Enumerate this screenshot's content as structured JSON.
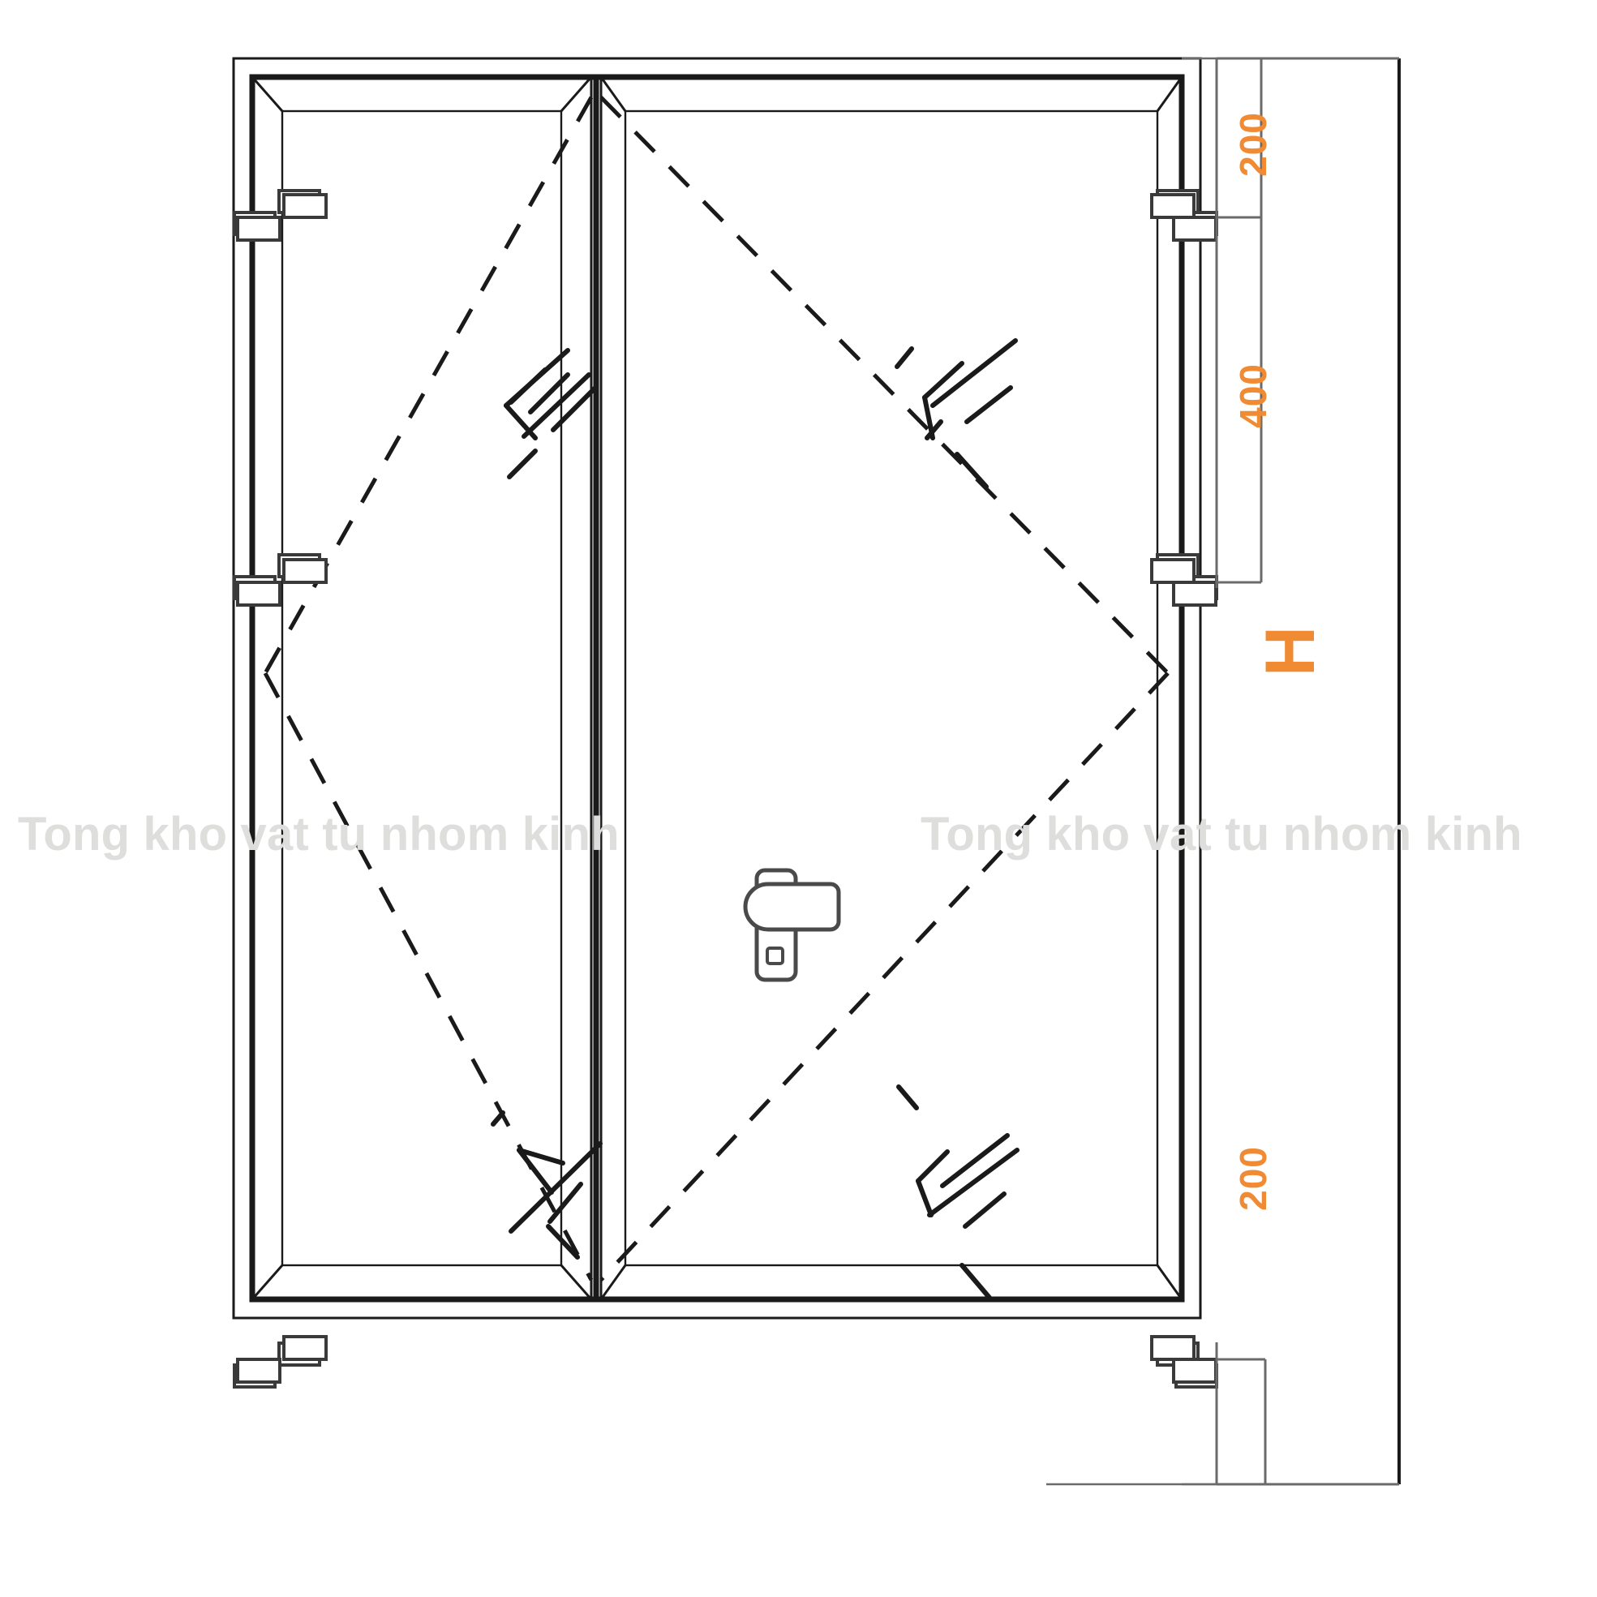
{
  "drawing": {
    "title": "Aluminium double-leaf casement door elevation",
    "type": "technical-elevation",
    "background_color": "#ffffff",
    "line_color": "#1a1a1a",
    "accent_color": "#F08A33",
    "watermark_color": "#dededd"
  },
  "watermark": {
    "text": "Tong kho vat tu nhom kinh",
    "instances": 2
  },
  "dimensions": {
    "unit_note": "",
    "labels": [
      {
        "value": "200",
        "position": "top-right",
        "orientation": "vertical"
      },
      {
        "value": "400",
        "position": "middle-right",
        "orientation": "vertical"
      },
      {
        "value": "200",
        "position": "bottom-right",
        "orientation": "vertical"
      }
    ],
    "height_symbol": "H"
  },
  "door": {
    "leaves": 2,
    "hinges_per_side": 3,
    "hinge_side_left": "left-jamb",
    "hinge_side_right": "right-jamb",
    "handle": {
      "name": "lever-handle",
      "side": "right-leaf",
      "keyhole": true
    },
    "swing_indication": "dashed-diagonals",
    "opening_markers": 4
  },
  "icon_names": {
    "hinge": "hinge-icon",
    "handle": "door-handle-icon",
    "keyhole": "keyhole-icon",
    "swing": "swing-arc-icon",
    "arrow_marker": "direction-arrow-icon"
  }
}
